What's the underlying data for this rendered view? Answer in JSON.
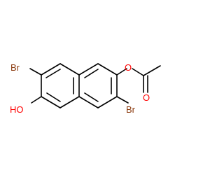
{
  "molecule": {
    "labels": {
      "br_top": "Br",
      "br_bottom": "Br",
      "ho": "HO",
      "ester_o": "O",
      "carbonyl_o": "O"
    },
    "colors": {
      "bond": "#000000",
      "bromine": "#8b3a0e",
      "oxygen": "#ff0000"
    }
  }
}
